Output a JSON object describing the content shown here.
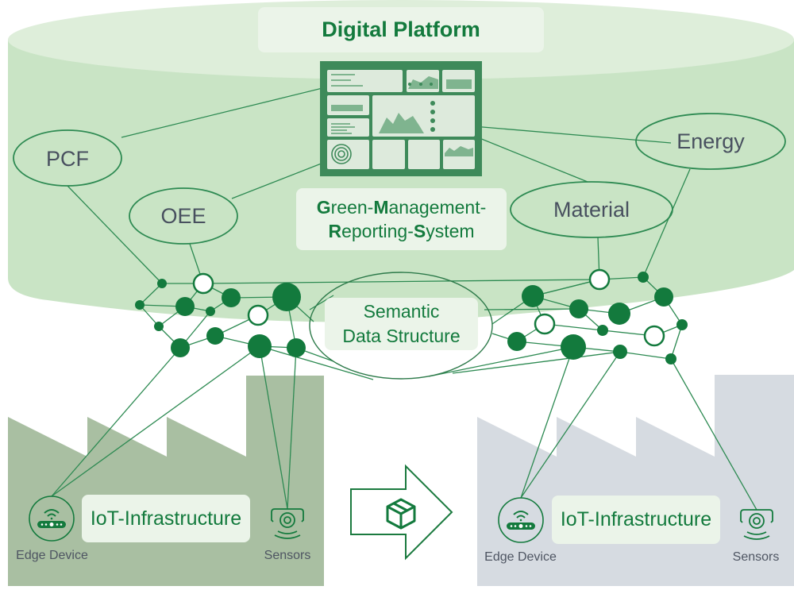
{
  "diagram": {
    "platform": {
      "title": "Digital Platform",
      "dashboard_icon": "dashboard-screen-icon",
      "system_name_parts": [
        {
          "initial": "G",
          "rest": "reen-"
        },
        {
          "initial": "M",
          "rest": "anagement-"
        },
        {
          "initial": "R",
          "rest": "eporting-"
        },
        {
          "initial": "S",
          "rest": "ystem"
        }
      ],
      "kpis": [
        {
          "id": "pcf",
          "label": "PCF"
        },
        {
          "id": "oee",
          "label": "OEE"
        },
        {
          "id": "material",
          "label": "Material"
        },
        {
          "id": "energy",
          "label": "Energy"
        }
      ]
    },
    "semantic_layer": {
      "label_line1": "Semantic",
      "label_line2": "Data Structure"
    },
    "factories": [
      {
        "id": "source",
        "infrastructure_label": "IoT-Infrastructure",
        "edge_device_label": "Edge Device",
        "sensors_label": "Sensors",
        "color": "#a9bfa2"
      },
      {
        "id": "target",
        "infrastructure_label": "IoT-Infrastructure",
        "edge_device_label": "Edge Device",
        "sensors_label": "Sensors",
        "color": "#d6dbe1"
      }
    ],
    "transfer_arrow": {
      "icon": "package-box-icon"
    },
    "colors": {
      "primary_green": "#137a3d",
      "platform_fill": "#c9e4c5",
      "platform_top": "#deeeda",
      "label_box": "#ebf4e9",
      "text_gray": "#48505f"
    }
  }
}
